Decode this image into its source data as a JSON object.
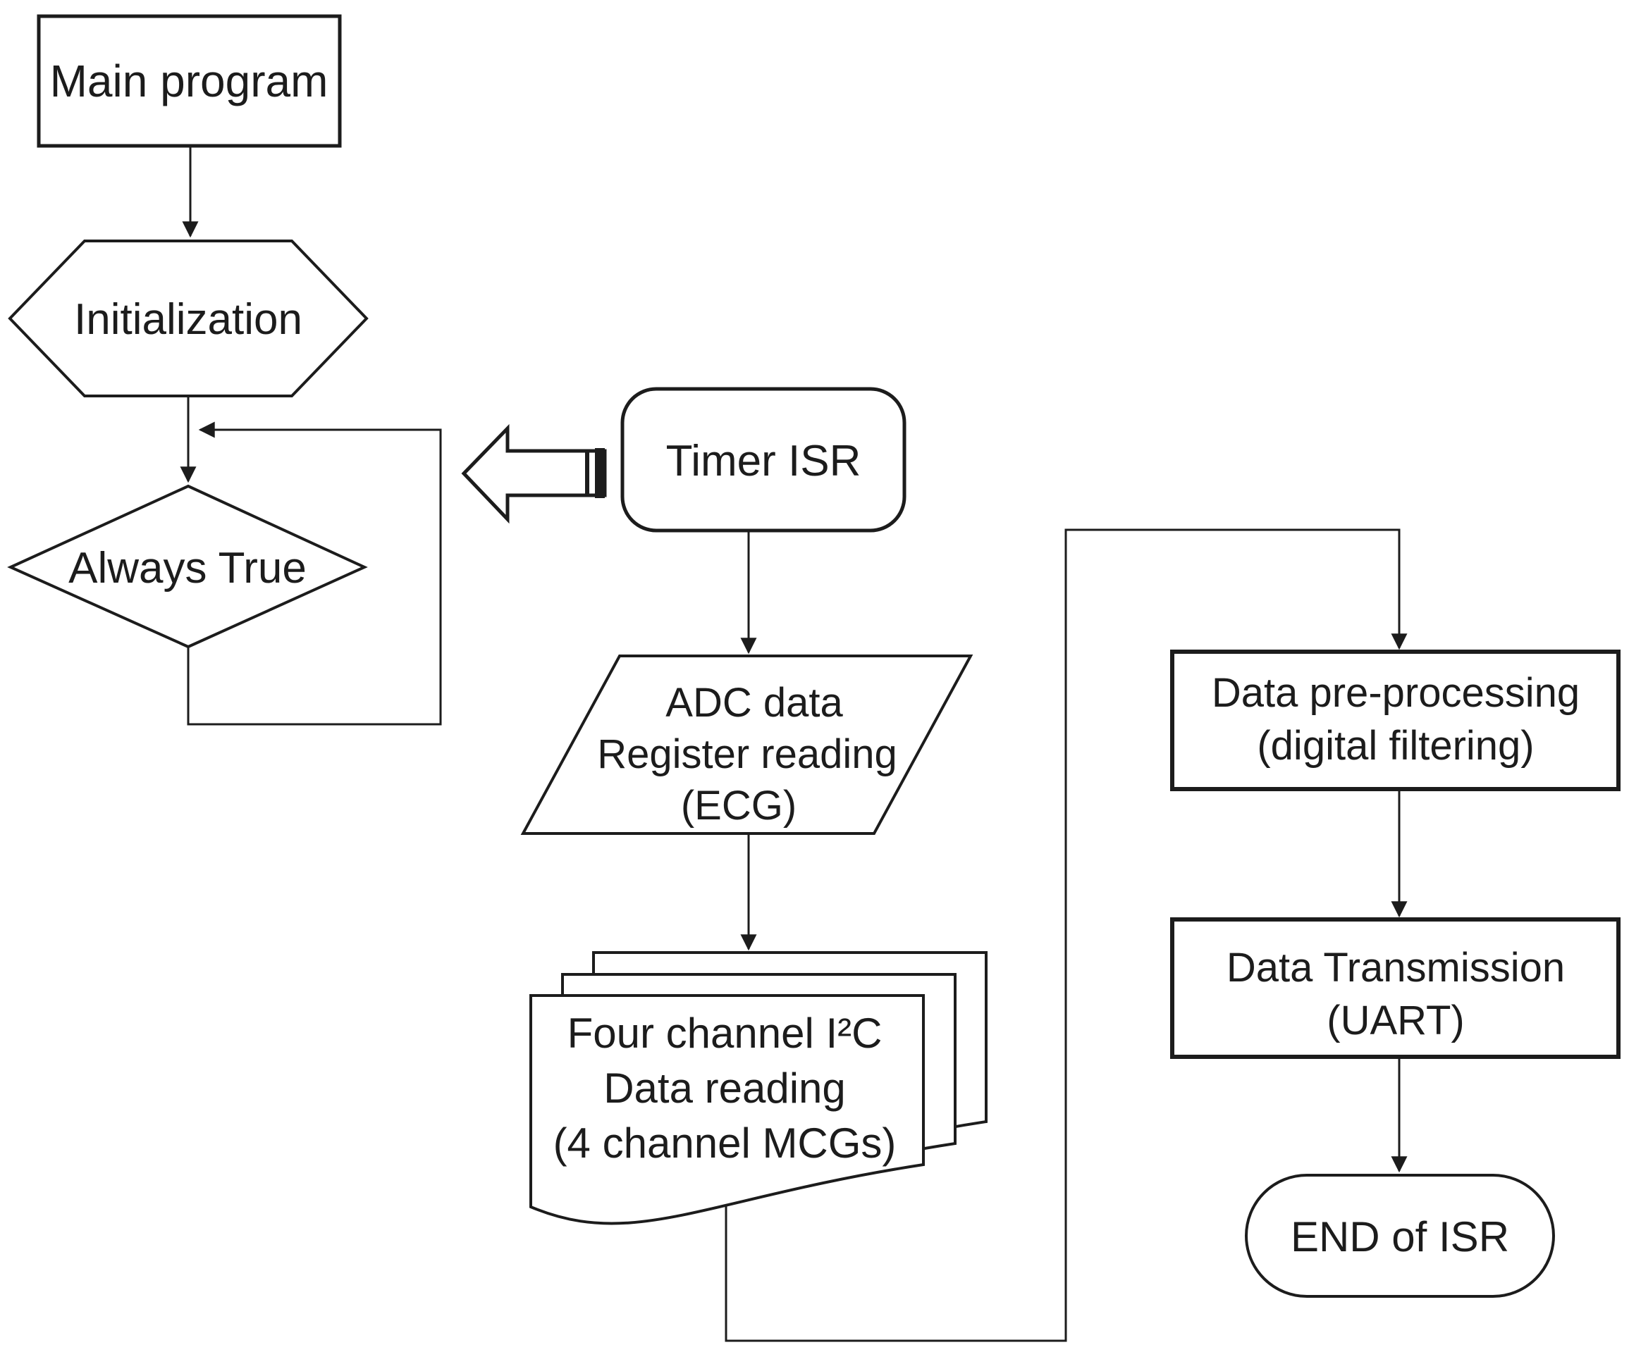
{
  "diagram": {
    "type": "flowchart",
    "background": "#ffffff",
    "stroke_color": "#1c1c1c",
    "shape_fill": "#ffffff",
    "nodes": {
      "main_program": {
        "label": "Main program",
        "shape": "process-rectangle"
      },
      "initialization": {
        "label": "Initialization",
        "shape": "preparation-hexagon"
      },
      "always_true": {
        "label": "Always True",
        "shape": "decision-diamond"
      },
      "timer_isr": {
        "label": "Timer ISR",
        "shape": "rounded-rectangle"
      },
      "adc_reading": {
        "line1": "ADC data",
        "line2": "Register reading",
        "line3": "(ECG)",
        "shape": "data-parallelogram"
      },
      "i2c_reading": {
        "line1": "Four channel I²C",
        "line2": "Data reading",
        "line3": "(4 channel MCGs)",
        "shape": "multi-document"
      },
      "preprocessing": {
        "line1": "Data pre-processing",
        "line2": "(digital filtering)",
        "shape": "process-rectangle"
      },
      "transmission": {
        "line1": "Data Transmission",
        "line2": "(UART)",
        "shape": "process-rectangle"
      },
      "end_isr": {
        "label": "END of ISR",
        "shape": "terminator-stadium"
      }
    },
    "edges": [
      {
        "from": "main_program",
        "to": "initialization"
      },
      {
        "from": "initialization",
        "to": "always_true"
      },
      {
        "from": "always_true",
        "to": "initialization",
        "note": "loop back"
      },
      {
        "from": "timer_isr",
        "to": "main_loop",
        "note": "interrupt block-arrow"
      },
      {
        "from": "timer_isr",
        "to": "adc_reading"
      },
      {
        "from": "adc_reading",
        "to": "i2c_reading"
      },
      {
        "from": "i2c_reading",
        "to": "preprocessing"
      },
      {
        "from": "preprocessing",
        "to": "transmission"
      },
      {
        "from": "transmission",
        "to": "end_isr"
      }
    ]
  }
}
